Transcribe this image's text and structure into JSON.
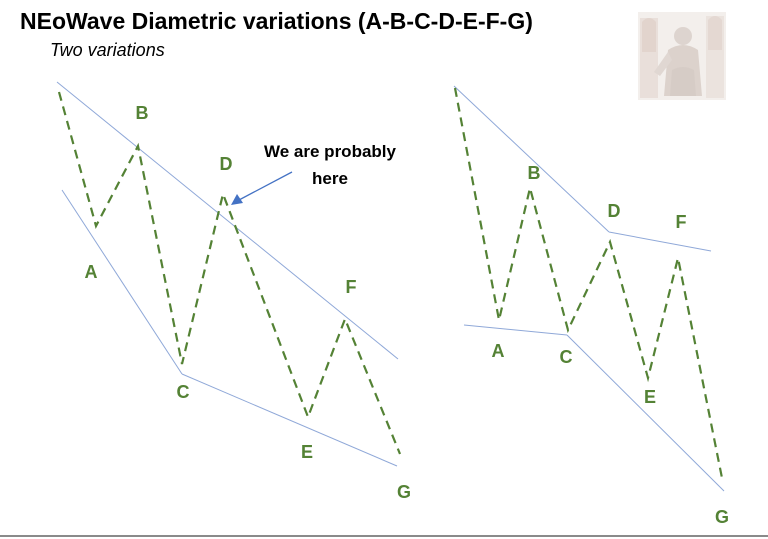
{
  "header": {
    "title": "NEoWave Diametric variations (A-B-C-D-E-F-G)",
    "subtitle": "Two variations"
  },
  "colors": {
    "wave": "#548235",
    "channel": "#8fa8d8",
    "arrow": "#4472c4",
    "label": "#548235"
  },
  "left_diagram": {
    "labels": {
      "a": "A",
      "b": "B",
      "c": "C",
      "d": "D",
      "e": "E",
      "f": "F",
      "g": "G"
    },
    "annotation": {
      "line1": "We are probably",
      "line2": "here"
    }
  },
  "right_diagram": {
    "labels": {
      "a": "A",
      "b": "B",
      "c": "C",
      "d": "D",
      "e": "E",
      "f": "F",
      "g": "G"
    }
  }
}
